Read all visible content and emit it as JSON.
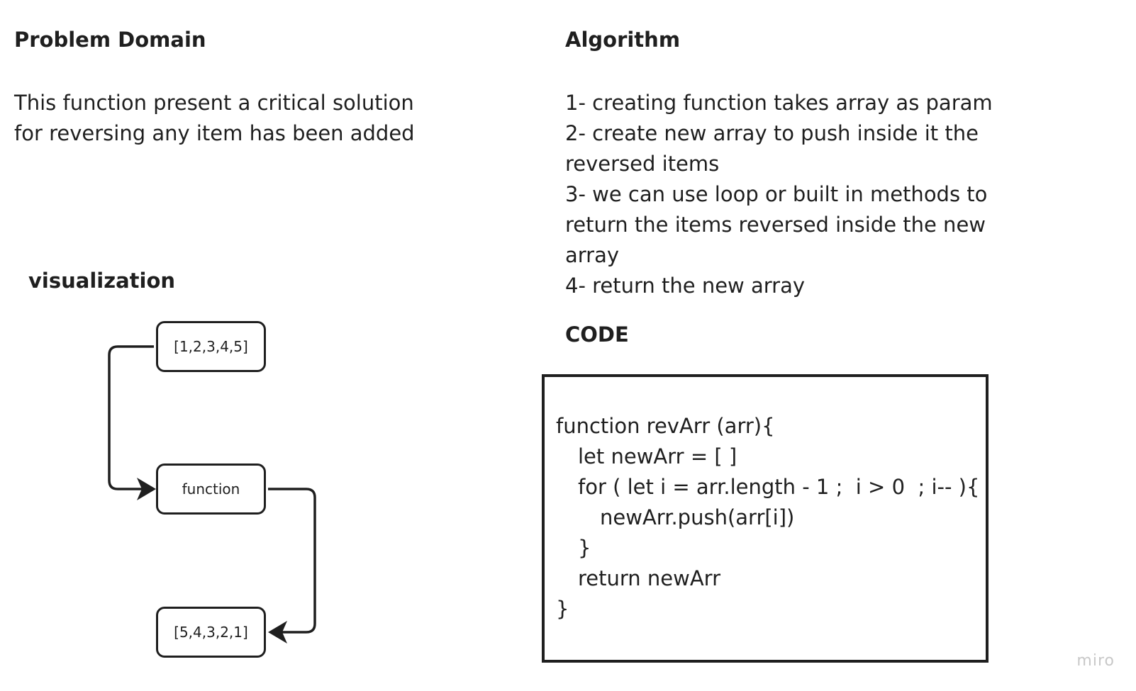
{
  "problem_domain": {
    "title": "Problem Domain",
    "lines": [
      "This function present a critical solution",
      "for reversing any item has been added"
    ]
  },
  "algorithm": {
    "title": "Algorithm",
    "lines": [
      "1- creating function takes array as param",
      "2- create new array to push inside it the",
      "reversed items",
      "3- we can use loop or built in methods to",
      "return the items reversed inside the new",
      "array",
      "4- return the new array"
    ]
  },
  "visualization": {
    "title": "visualization",
    "nodes": {
      "input": "[1,2,3,4,5]",
      "function": "function",
      "output": "[5,4,3,2,1]"
    }
  },
  "code": {
    "title": "CODE",
    "lines": [
      "function revArr (arr){",
      "let newArr = [ ]",
      "for ( let i = arr.length - 1 ;  i > 0  ; i-- ){",
      "newArr.push(arr[i])",
      "}",
      "return newArr",
      "}"
    ]
  },
  "watermark": "miro"
}
